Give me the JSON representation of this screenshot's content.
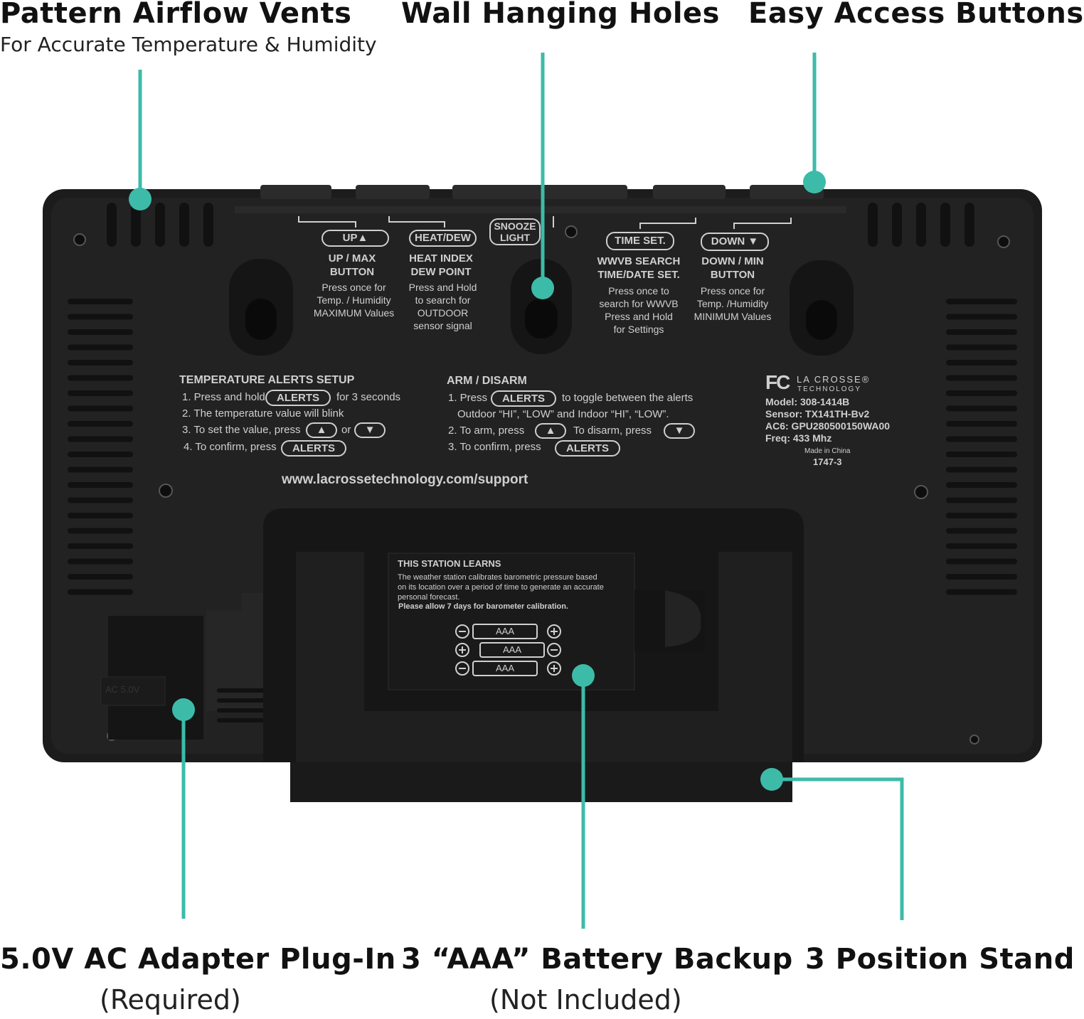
{
  "callouts": {
    "vents_title": "Pattern Airflow Vents",
    "vents_sub": "For Accurate Temperature & Humidity",
    "holes_title": "Wall Hanging Holes",
    "buttons_title": "Easy Access Buttons",
    "adapter_title": "5.0V AC Adapter Plug-In",
    "adapter_sub": "(Required)",
    "battery_title": "3 “AAA” Battery Backup",
    "battery_sub": "(Not Included)",
    "stand_title": "3 Position Stand"
  },
  "colors": {
    "accent": "#3dbba9",
    "device": "#1e1e1e",
    "device_dark": "#141414",
    "print": "#cfcfcf"
  },
  "buttons": {
    "up": {
      "key": "UP▲",
      "title1": "UP / MAX",
      "title2": "BUTTON",
      "d1": "Press once for",
      "d2": "Temp. / Humidity",
      "d3": "MAXIMUM Values"
    },
    "heat": {
      "key": "HEAT/DEW",
      "title1": "HEAT INDEX",
      "title2": "DEW POINT",
      "d1": "Press and Hold",
      "d2": "to search for",
      "d3": "OUTDOOR",
      "d4": "sensor signal"
    },
    "snooze": {
      "key1": "SNOOZE",
      "key2": "LIGHT"
    },
    "time": {
      "key": "TIME SET.",
      "title1": "WWVB SEARCH",
      "title2": "TIME/DATE SET.",
      "d1": "Press once to",
      "d2": "search for WWVB",
      "d3": "Press and Hold",
      "d4": "for Settings"
    },
    "down": {
      "key": "DOWN ▼",
      "title1": "DOWN / MIN",
      "title2": "BUTTON",
      "d1": "Press once for",
      "d2": "Temp. /Humidity",
      "d3": "MINIMUM Values"
    }
  },
  "alerts_setup": {
    "heading": "TEMPERATURE ALERTS SETUP",
    "l1a": "1. Press and hold",
    "l1b": "for 3 seconds",
    "l2": "2. The temperature value will blink",
    "l3a": "3. To set the value, press",
    "l3b": "or",
    "l4a": "4. To confirm, press",
    "alerts": "ALERTS"
  },
  "arm": {
    "heading": "ARM / DISARM",
    "l1a": "1. Press",
    "l1b": "to toggle between the alerts",
    "l1c": "Outdoor “HI”, “LOW” and Indoor “HI”, “LOW”.",
    "l2a": "2. To arm, press",
    "l2b": "To disarm, press",
    "l3a": "3. To confirm, press",
    "alerts": "ALERTS"
  },
  "label": {
    "fc": "FC",
    "brand1": "LA CROSSE®",
    "brand2": "TECHNOLOGY",
    "model": "Model: 308-1414B",
    "sensor": "Sensor: TX141TH-Bv2",
    "ac6": "AC6: GPU280500150WA00",
    "freq": "Freq: 433 Mhz",
    "made": "Made in China",
    "code": "1747-3"
  },
  "url": "www.lacrossetechnology.com/support",
  "battery_cover": {
    "heading": "THIS STATION LEARNS",
    "p1": "The weather station calibrates barometric pressure based",
    "p2": "on its location over a period of time to generate an accurate",
    "p3": "personal forecast.",
    "p4": "Please allow 7 days for barometer calibration.",
    "cells": [
      "AAA",
      "AAA",
      "AAA"
    ]
  },
  "ac_label": "AC 5.0V"
}
